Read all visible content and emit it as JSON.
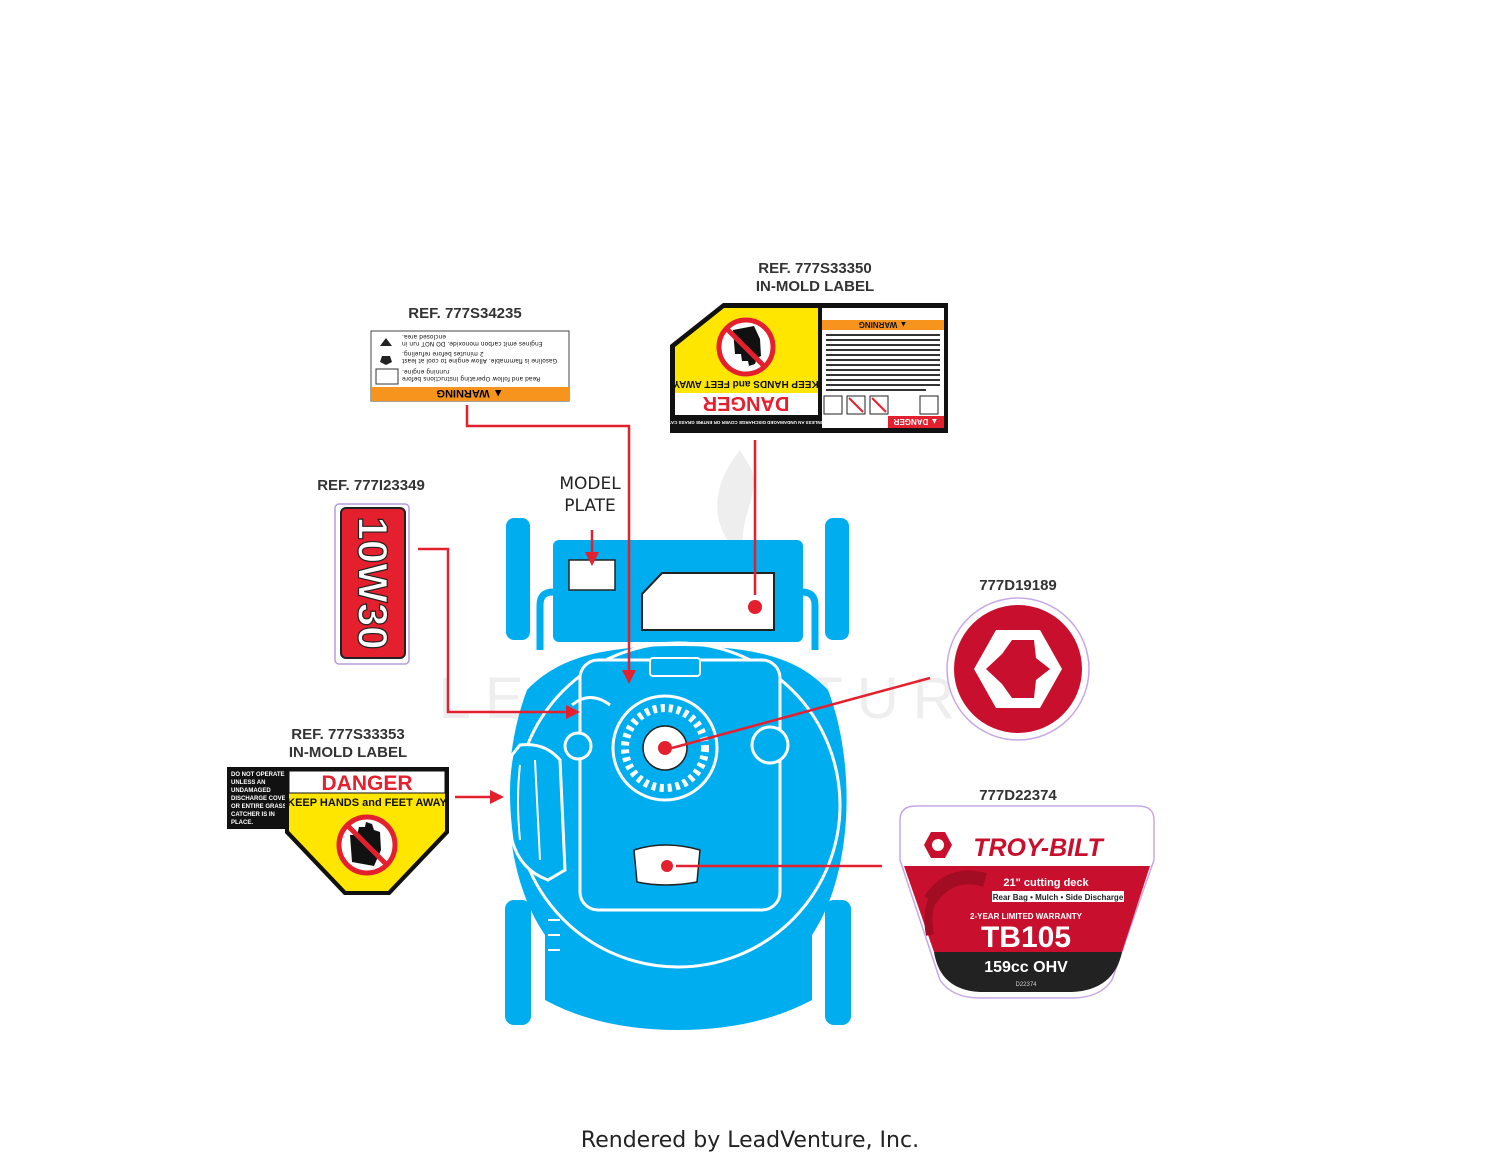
{
  "refs": {
    "warning_ref": "REF. 777S34235",
    "inmold_top_ref": "REF. 777S33350",
    "inmold_top_sub": "IN-MOLD LABEL",
    "oil_ref": "REF. 777I23349",
    "inmold_left_ref": "REF. 777S33353",
    "inmold_left_sub": "IN-MOLD LABEL",
    "logo_ref": "777D19189",
    "deck_ref": "777D22374"
  },
  "model_plate": {
    "line1": "MODEL",
    "line2": "PLATE"
  },
  "warning_label": {
    "header": "▲ WARNING",
    "lines": [
      "Read and follow Operating Instructions before",
      "running engine.",
      "Gasoline is flammable. Allow engine to cool at least",
      "2 minutes before refueling.",
      "Engines emit carbon monoxide. DO NOT run in",
      "enclosed area."
    ]
  },
  "oil_label": {
    "text": "10W30"
  },
  "danger_left": {
    "side_text": [
      "DO NOT OPERATE",
      "UNLESS AN",
      "UNDAMAGED",
      "DISCHARGE COVER",
      "OR ENTIRE GRASS",
      "CATCHER IS IN",
      "PLACE."
    ],
    "title": "DANGER",
    "subtitle": "KEEP HANDS and FEET AWAY"
  },
  "danger_top": {
    "title": "DANGER",
    "subtitle": "KEEP HANDS and FEET AWAY",
    "warning_header": "▲ WARNING",
    "danger_header": "▲ DANGER",
    "footer_text": "DO NOT OPERATE UNLESS AN UNDAMAGED DISCHARGE COVER OR ENTIRE GRASS CATCHER IS IN PLACE."
  },
  "deck_label": {
    "brand": "TROY-BILT",
    "deck": "21\" cutting deck",
    "features": "Rear Bag • Mulch • Side Discharge",
    "warranty": "2-YEAR LIMITED WARRANTY",
    "model": "TB105",
    "engine": "159cc OHV",
    "code": "D22374"
  },
  "watermark": "LEADVENTURE",
  "footer": "Rendered by LeadVenture, Inc.",
  "colors": {
    "mower_blue": "#00aeef",
    "leader_red": "#e5202e",
    "brand_red": "#c8102e",
    "danger_yellow": "#ffe600",
    "warning_orange": "#f7941d"
  }
}
